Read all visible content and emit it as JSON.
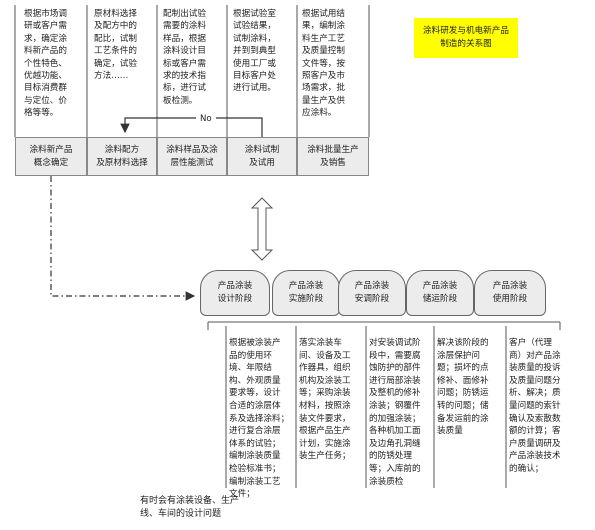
{
  "title": "涂料研发与机电新产品\n制造的关系图",
  "top_stages": [
    {
      "label": "涂料新产品\n概念确定",
      "desc": "根据市场调\n研或客户需\n求，确定涂\n料新产品的\n个性特色、\n优越功能、\n目标消费群\n与定位、价\n格等等。"
    },
    {
      "label": "涂料配方\n及原材料选择",
      "desc": "原材料选择\n及配方中的\n配比，试制\n工艺条件的\n确定，试验\n方法……"
    },
    {
      "label": "涂料样品及涂\n层性能测试",
      "desc": "配制出试验\n需要的涂料\n样品，根据\n涂料设计目\n标或客户需\n求的技术指\n标，进行试\n板检测。"
    },
    {
      "label": "涂料试制\n及试用",
      "desc": "根据试验室\n试验结果，\n试制涂料，\n并到到典型\n使用工厂或\n目标客户处\n进行试用。"
    },
    {
      "label": "涂料批量生产\n及销售",
      "desc": "根据试用结\n果，编制涂\n料生产工艺\n及质量控制\n文件等，按\n照客户及市\n场需求，批\n量生产及供\n应涂料。"
    }
  ],
  "feedback_label": "No",
  "bottom_stages": [
    {
      "label": "产品涂装\n设计阶段",
      "desc": "根据被涂装产\n品的使用环\n境、年限结\n构、外观质量\n要求等，设计\n合适的涂层体\n系及选择涂料；\n进行复合涂层\n体系的试验；\n编制涂装质量\n检验标准书；\n编制涂装工艺\n文件；"
    },
    {
      "label": "产品涂装\n实施阶段",
      "desc": "落实涂装车\n间、设备及工\n作器具，组织\n机构及涂装工\n等；采购涂装\n材料，按照涂\n装文件要求，\n根据产品生产\n计划，实施涂\n装生产任务；"
    },
    {
      "label": "产品涂装\n安调阶段",
      "desc": "对安装调试阶\n段中，需要腐\n蚀防护的部件\n进行局部涂装\n及整机的修补\n涂装；钢覆件\n的加强涂装；\n各种机加工面\n及边角孔洞缝\n的防锈处理\n等；入库前的\n涂装质检"
    },
    {
      "label": "产品涂装\n储运阶段",
      "desc": "解决该阶段的\n涂层保护问\n题；损坏的点\n修补、面修补\n问题；防锈运\n转的问题；储\n备发运前的涂\n装质量"
    },
    {
      "label": "产品涂装\n使用阶段",
      "desc": "客户（代理\n商）对产品涂\n装质量的投诉\n及质量问题分\n析、解决；质\n量问题的索针\n确认及索散数\n额的计算；客\n户质量调研及\n产品涂装技术\n的确认；"
    }
  ],
  "note": "有时会有涂装设备、生产\n线、车间的设计问题"
}
